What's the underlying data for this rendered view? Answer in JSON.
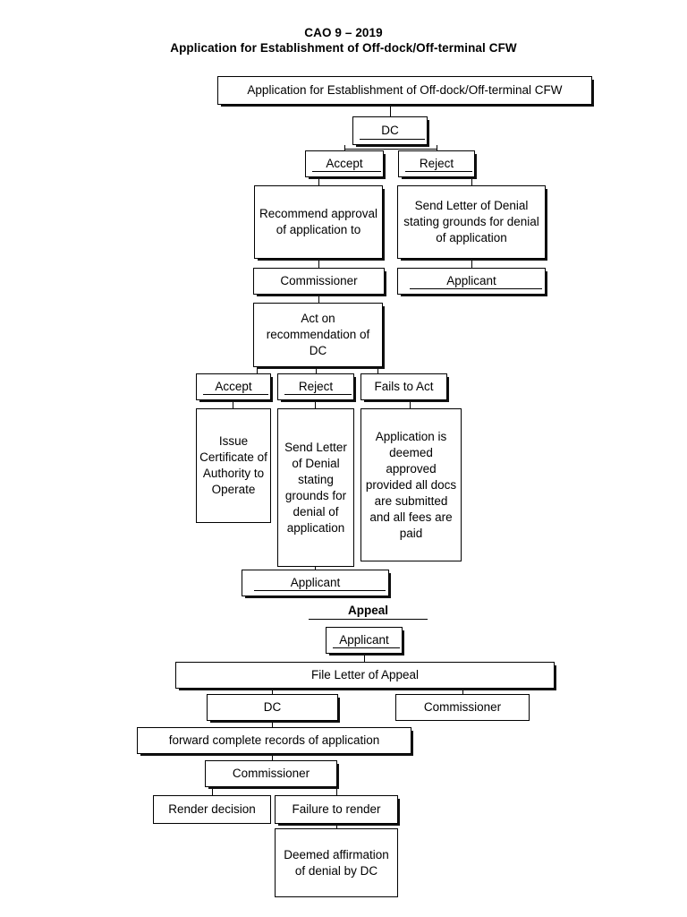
{
  "document": {
    "title_line1": "CAO 9 – 2019",
    "title_line2": "Application for Establishment of Off-dock/Off-terminal CFW"
  },
  "flowchart": {
    "type": "process-flow-diagram",
    "section_label": "Appeal",
    "nodes": [
      {
        "id": "application",
        "label": "Application for Establishment of Off-dock/Off-terminal CFW"
      },
      {
        "id": "dc-1",
        "label": "DC"
      },
      {
        "id": "accept-1",
        "label": "Accept"
      },
      {
        "id": "reject-1",
        "label": "Reject"
      },
      {
        "id": "recommend",
        "label": "Recommend approval of application to"
      },
      {
        "id": "send-denial-1",
        "label": "Send Letter of Denial stating grounds for denial of application"
      },
      {
        "id": "commissioner-1",
        "label": "Commissioner"
      },
      {
        "id": "applicant-1",
        "label": "Applicant"
      },
      {
        "id": "act-on-rec",
        "label": "Act on recommendation of DC"
      },
      {
        "id": "accept-2",
        "label": "Accept"
      },
      {
        "id": "reject-2",
        "label": "Reject"
      },
      {
        "id": "fails-to-act",
        "label": "Fails to Act"
      },
      {
        "id": "issue-certificate",
        "label": "Issue Certificate of Authority to Operate"
      },
      {
        "id": "send-denial-2",
        "label": "Send Letter of Denial stating grounds for denial of application"
      },
      {
        "id": "deemed-approved",
        "label": "Application is deemed approved provided all docs are submitted and all fees are paid"
      },
      {
        "id": "applicant-2",
        "label": "Applicant"
      },
      {
        "id": "applicant-appeal",
        "label": "Applicant"
      },
      {
        "id": "file-appeal",
        "label": "File Letter of Appeal"
      },
      {
        "id": "dc-2",
        "label": "DC"
      },
      {
        "id": "commissioner-2",
        "label": "Commissioner"
      },
      {
        "id": "forward-records",
        "label": "forward complete records of application"
      },
      {
        "id": "commissioner-3",
        "label": "Commissioner"
      },
      {
        "id": "render-decision",
        "label": "Render decision"
      },
      {
        "id": "failure-to-render",
        "label": "Failure to render"
      },
      {
        "id": "deemed-affirmation",
        "label": "Deemed affirmation of denial by DC"
      }
    ],
    "edges": [
      {
        "from": "application",
        "to": "dc-1"
      },
      {
        "from": "dc-1",
        "to": "accept-1"
      },
      {
        "from": "dc-1",
        "to": "reject-1"
      },
      {
        "from": "accept-1",
        "to": "recommend"
      },
      {
        "from": "reject-1",
        "to": "send-denial-1"
      },
      {
        "from": "recommend",
        "to": "commissioner-1"
      },
      {
        "from": "send-denial-1",
        "to": "applicant-1"
      },
      {
        "from": "commissioner-1",
        "to": "act-on-rec"
      },
      {
        "from": "act-on-rec",
        "to": "accept-2"
      },
      {
        "from": "act-on-rec",
        "to": "reject-2"
      },
      {
        "from": "act-on-rec",
        "to": "fails-to-act"
      },
      {
        "from": "accept-2",
        "to": "issue-certificate"
      },
      {
        "from": "reject-2",
        "to": "send-denial-2"
      },
      {
        "from": "fails-to-act",
        "to": "deemed-approved"
      },
      {
        "from": "send-denial-2",
        "to": "applicant-2"
      },
      {
        "from": "applicant-appeal",
        "to": "file-appeal"
      },
      {
        "from": "file-appeal",
        "to": "dc-2"
      },
      {
        "from": "file-appeal",
        "to": "commissioner-2"
      },
      {
        "from": "dc-2",
        "to": "forward-records"
      },
      {
        "from": "forward-records",
        "to": "commissioner-3"
      },
      {
        "from": "commissioner-3",
        "to": "render-decision"
      },
      {
        "from": "commissioner-3",
        "to": "failure-to-render"
      },
      {
        "from": "failure-to-render",
        "to": "deemed-affirmation"
      }
    ]
  },
  "colors": {
    "page_background": "#ffffff",
    "stroke": "#000000",
    "text": "#000000"
  }
}
